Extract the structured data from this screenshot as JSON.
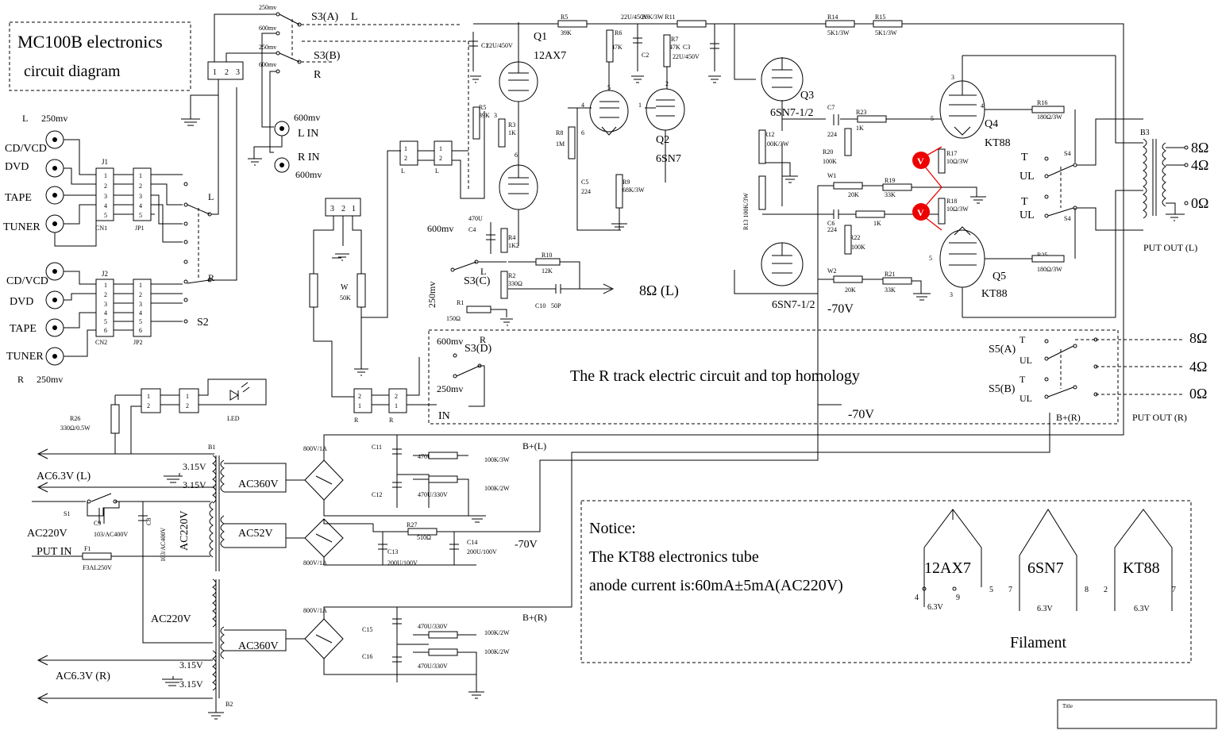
{
  "title_box": {
    "line1": "MC100B  electronics",
    "line2": "circuit diagram"
  },
  "inputs_l": {
    "header_l": "L",
    "level": "250mv",
    "src1": "CD/VCD",
    "src2": "DVD",
    "src3": "TAPE",
    "src4": "TUNER",
    "cn": "CN1",
    "j": "J1",
    "jp": "JP1"
  },
  "inputs_r": {
    "src1": "CD/VCD",
    "src2": "DVD",
    "src3": "TAPE",
    "src4": "TUNER",
    "footer_r": "R",
    "level": "250mv",
    "cn": "CN2",
    "j": "J2",
    "jp": "JP2"
  },
  "pins": [
    "1",
    "2",
    "3",
    "4",
    "5",
    "6"
  ],
  "switches": {
    "s3a": "S3(A)",
    "s3b": "S3(B)",
    "s3a_l": "L",
    "s3b_r": "R",
    "s2": "S2",
    "s2_l": "L",
    "s2_r": "R",
    "sw_250a": "250mv",
    "sw_600a": "600mv",
    "sw_250b": "250mv",
    "sw_600b": "600mv",
    "s3c": "S3(C)",
    "s3c_l": "L",
    "s3d": "S3(D)",
    "s3d_r": "R",
    "s3d_600": "600mv",
    "s3d_250": "250mv",
    "s3c_600": "600mv",
    "s3c_250": "250mv"
  },
  "aux_in": {
    "l_in": "L  IN",
    "r_in": "R  IN",
    "l_level": "600mv",
    "r_level": "600mv"
  },
  "volume": {
    "w": "W",
    "w_val": "50K",
    "l": "L",
    "r": "R",
    "in": "IN",
    "num1": "1",
    "num2": "2",
    "num3": "3"
  },
  "tubes": {
    "q1": "Q1",
    "q1_type": "12AX7",
    "q2": "Q2",
    "q2_type": "6SN7",
    "q3": "Q3",
    "q3_type": "6SN7-1/2",
    "q4": "Q4",
    "q4_type": "KT88",
    "q5": "Q5",
    "q5_type": "KT88",
    "q3b_type": "6SN7-1/2"
  },
  "resistors": {
    "r5a": "R5",
    "r5a_val": "39K",
    "r5b": "R5",
    "r5b_val": "39K",
    "r6": "R6",
    "r6_val": "47K",
    "r7": "R7",
    "r7_val": "47K",
    "r11": "20K/3W  R11",
    "r14": "R14",
    "r14_val": "5K1/3W",
    "r15": "R15",
    "r15_val": "5K1/3W",
    "r3": "R3",
    "r3_val": "1K",
    "r8": "R8",
    "r8_val": "1M",
    "r9": "R9",
    "r9_val": "68K/3W",
    "r12": "R12",
    "r12_val": "100K/3W",
    "r13": "R13  100K/3W",
    "r20": "R20",
    "r20_val": "100K",
    "r23": "R23",
    "r23_val": "1K",
    "r19": "R19",
    "r19_val": "33K",
    "r22": "R22",
    "r22_val": "100K",
    "r21": "R21",
    "r21_val": "33K",
    "r_1k": "1K",
    "r17": "R17",
    "r17_val": "10Ω/3W",
    "r18": "R18",
    "r18_val": "10Ω/3W",
    "r16": "R16",
    "r16_val": "180Ω/3W",
    "r25": "R25",
    "r25_val": "180Ω/3W",
    "r4": "R4",
    "r4_val": "1K2",
    "r2": "R2",
    "r2_val": "330Ω",
    "r10": "R10",
    "r10_val": "12K",
    "r1": "R1",
    "r1_val": "150Ω",
    "r26": "R26",
    "r26_val": "330Ω/0.5W",
    "r27": "R27",
    "r27_val": "510Ω"
  },
  "capacitors": {
    "c1": "C1",
    "c1_val": "22U/450V",
    "c2": "C2",
    "c2_val": "22U/450V",
    "c3": "C3",
    "c3_val": "22U/450V",
    "c4": "C4",
    "c4_val": "470U",
    "c5": "C5",
    "c5_val": "224",
    "c7": "C7",
    "c7_val": "224",
    "c6": "C6",
    "c6_val": "224",
    "c10": "C10",
    "c10_val": "50P",
    "c11": "C11",
    "c12": "C12",
    "c11_val": "470U/330V",
    "c12_val": "470U/330V",
    "c13": "C13",
    "c13_val": "200U/100V",
    "c14": "C14",
    "c14_val": "200U/100V",
    "c15": "C15",
    "c16": "C16",
    "c15_val": "470U/330V",
    "c16_val": "470U/330V",
    "c9": "C9",
    "c9_val": "103/AC400V",
    "c8": "C8",
    "c8_val": "103/AC400V"
  },
  "pots": {
    "w1": "W1",
    "w1_val": "20K",
    "w2": "W2",
    "w2_val": "20K"
  },
  "misc": {
    "neg70a": "-70V",
    "neg70b": "-70V",
    "neg70c": "-70V",
    "out8_l": "8Ω  (L)",
    "led": "LED",
    "bplus_l": "B+(L)",
    "bplus_r": "B+(R)",
    "bplus_r2": "B+(R)",
    "r_track": "The R track electric circuit and top homology",
    "v": "V",
    "r100k3w": "100K/3W",
    "r100k2w": "100K/2W",
    "r100k2w_b": "100K/2W",
    "r100k2w_c": "100K/2W",
    "title_block": "Title"
  },
  "transformer_out": {
    "b3": "B3",
    "t8": "8Ω",
    "t4": "4Ω",
    "t0": "0Ω",
    "s4a": "S4",
    "s4b": "S4",
    "t_a": "T",
    "ul_a": "UL",
    "t_b": "T",
    "ul_b": "UL",
    "put_out_l": "PUT OUT (L)"
  },
  "out_r": {
    "s5a": "S5(A)",
    "s5b": "S5(B)",
    "t1": "T",
    "ul1": "UL",
    "t2": "T",
    "ul2": "UL",
    "o8": "8Ω",
    "o4": "4Ω",
    "o0": "0Ω",
    "put_out_r": "PUT OUT (R)"
  },
  "power": {
    "ac63l": "AC6.3V   (L)",
    "ac63r": "AC6.3V   (R)",
    "ac220": "AC220V",
    "ac220b": "AC220V",
    "ac220c": "AC220V",
    "put_in": "PUT IN",
    "f1": "F1",
    "f1_val": "F3AL250V",
    "s1": "S1",
    "b1": "B1",
    "b2": "B2",
    "v315a": "3.15V",
    "v315b": "3.15V",
    "v315c": "3.15V",
    "v315d": "3.15V",
    "ac360a": "AC360V",
    "ac360b": "AC360V",
    "ac52": "AC52V",
    "bridge1": "800V/1A",
    "bridge2": "800V/1A",
    "bridge3": "800V/1A"
  },
  "notice": {
    "title": "Notice:",
    "line1": "The KT88 electronics tube",
    "line2": "anode current is:60mA±5mA(AC220V)",
    "tube1": "12AX7",
    "tube2": "6SN7",
    "tube3": "KT88",
    "p1a": "4",
    "p1b": "9",
    "p1c": "5",
    "p2a": "7",
    "p2b": "8",
    "p3a": "2",
    "p3b": "7",
    "v1": "6.3V",
    "v2": "6.3V",
    "v3": "6.3V",
    "filament": "Filament"
  }
}
